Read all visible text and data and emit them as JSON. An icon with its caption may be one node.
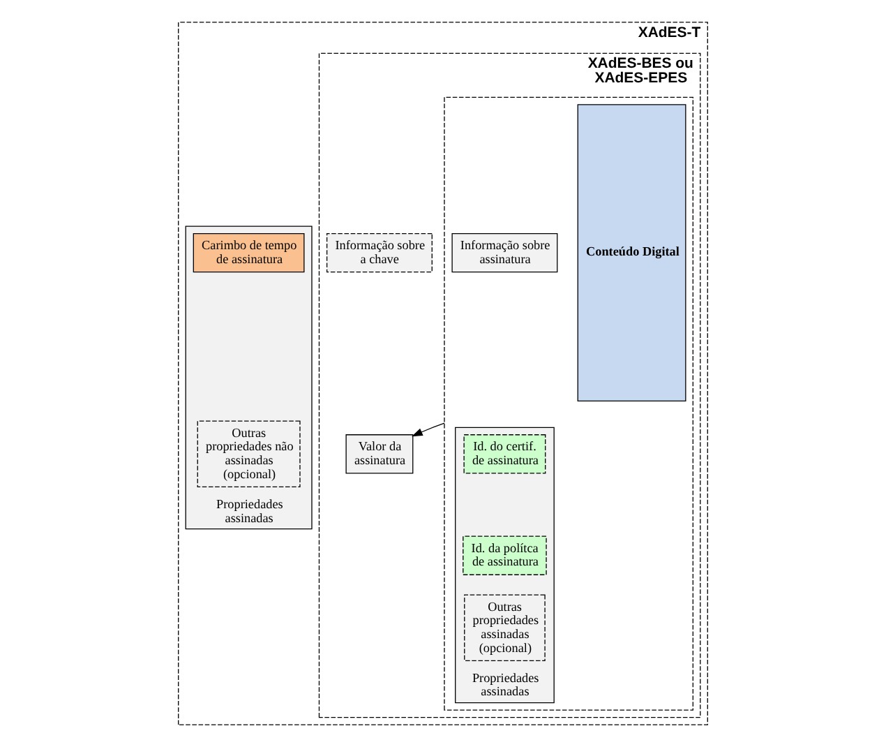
{
  "diagram": {
    "nodes": [
      {
        "text": [
          "XAdES-T"
        ]
      },
      {
        "text": [
          "XAdES-BES ou XAdES-EPES"
        ],
        "in": 0
      },
      {
        "text": [],
        "shape": "box",
        "in": 1
      },
      {
        "text": [
          "Conteúdo Digital"
        ],
        "in": 2
      },
      {
        "text": [
          "Informação sobre assinatura"
        ],
        "in": 2
      },
      {
        "text": [
          "Propriedades assinadas"
        ],
        "in": 2
      },
      {
        "text": [
          "Id. do certif. de assinatura"
        ],
        "in": 5
      },
      {
        "text": [
          "Id. da polítca de assinatura"
        ],
        "in": 5
      },
      {
        "text": [
          "Outras propriedades assinadas (opcional)"
        ],
        "in": 5
      },
      {
        "text": [
          "Informação sobre a chave"
        ],
        "in": 1
      },
      {
        "text": [
          "Valor da assinatura"
        ],
        "in": 1
      },
      {
        "text": [
          "Propriedades assinadas"
        ],
        "in": 0
      },
      {
        "text": [
          "Carimbo de tempo de assinatura"
        ],
        "in": 11
      },
      {
        "text": [
          "Outras propriedades não assinadas (opcional)"
        ],
        "in": 11
      }
    ],
    "edges": [
      {
        "from": 2,
        "to": 10,
        "arrow": "to"
      }
    ]
  }
}
